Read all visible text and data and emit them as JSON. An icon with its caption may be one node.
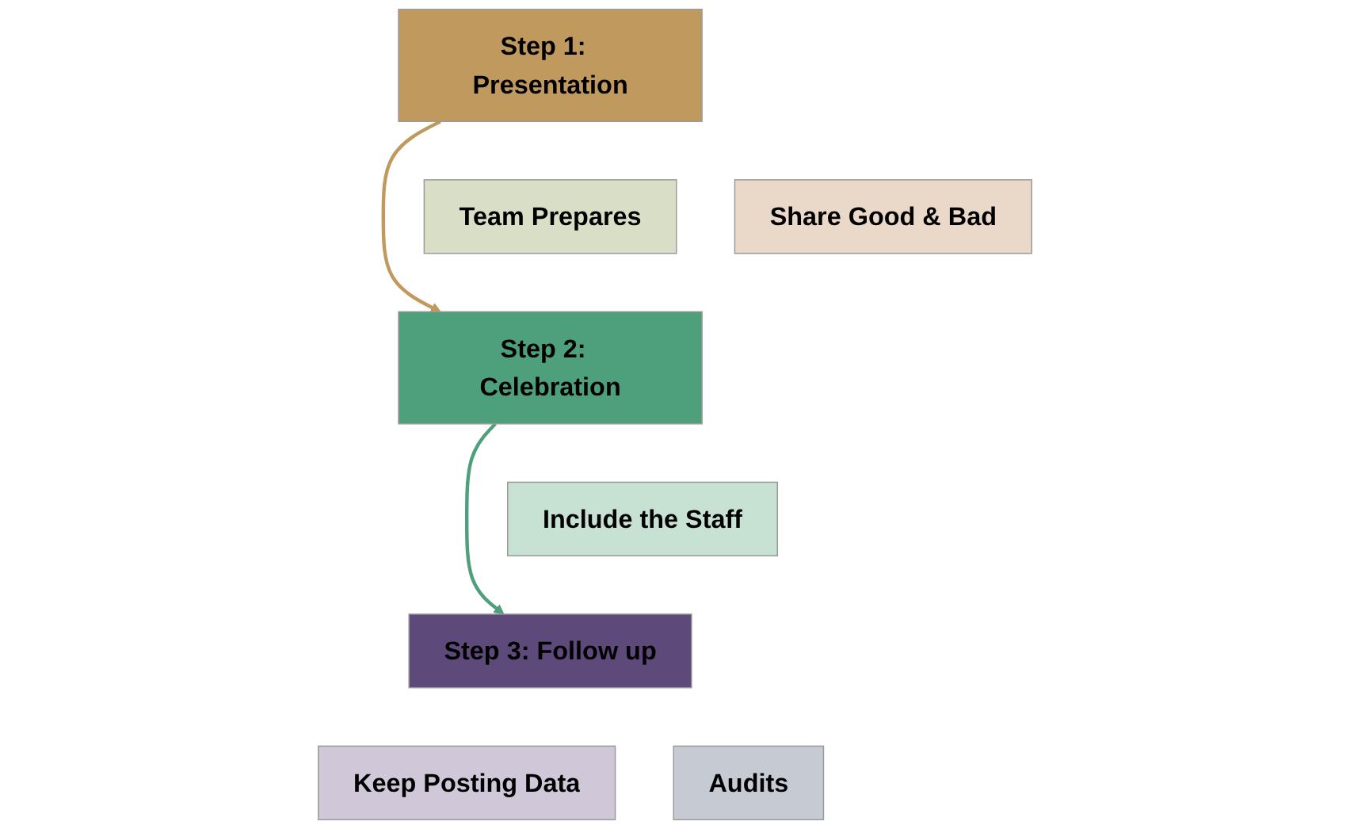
{
  "diagram": {
    "nodes": [
      {
        "text": [
          "Step 1:  Presentation"
        ]
      },
      {
        "text": [
          "Team Prepares"
        ]
      },
      {
        "text": [
          "Share Good & Bad"
        ]
      },
      {
        "text": [
          "Step 2:  Celebration"
        ]
      },
      {
        "text": [
          "Include the Staff"
        ]
      },
      {
        "text": [
          "Step 3:  Follow up"
        ]
      },
      {
        "text": [
          "Keep Posting Data"
        ]
      },
      {
        "text": [
          "Audits"
        ]
      }
    ],
    "edges": [
      {
        "from": 0,
        "to": 3,
        "arrow": "to",
        "color": "#c09a5c"
      },
      {
        "from": 3,
        "to": 5,
        "arrow": "to",
        "color": "#4ea07c"
      }
    ]
  }
}
